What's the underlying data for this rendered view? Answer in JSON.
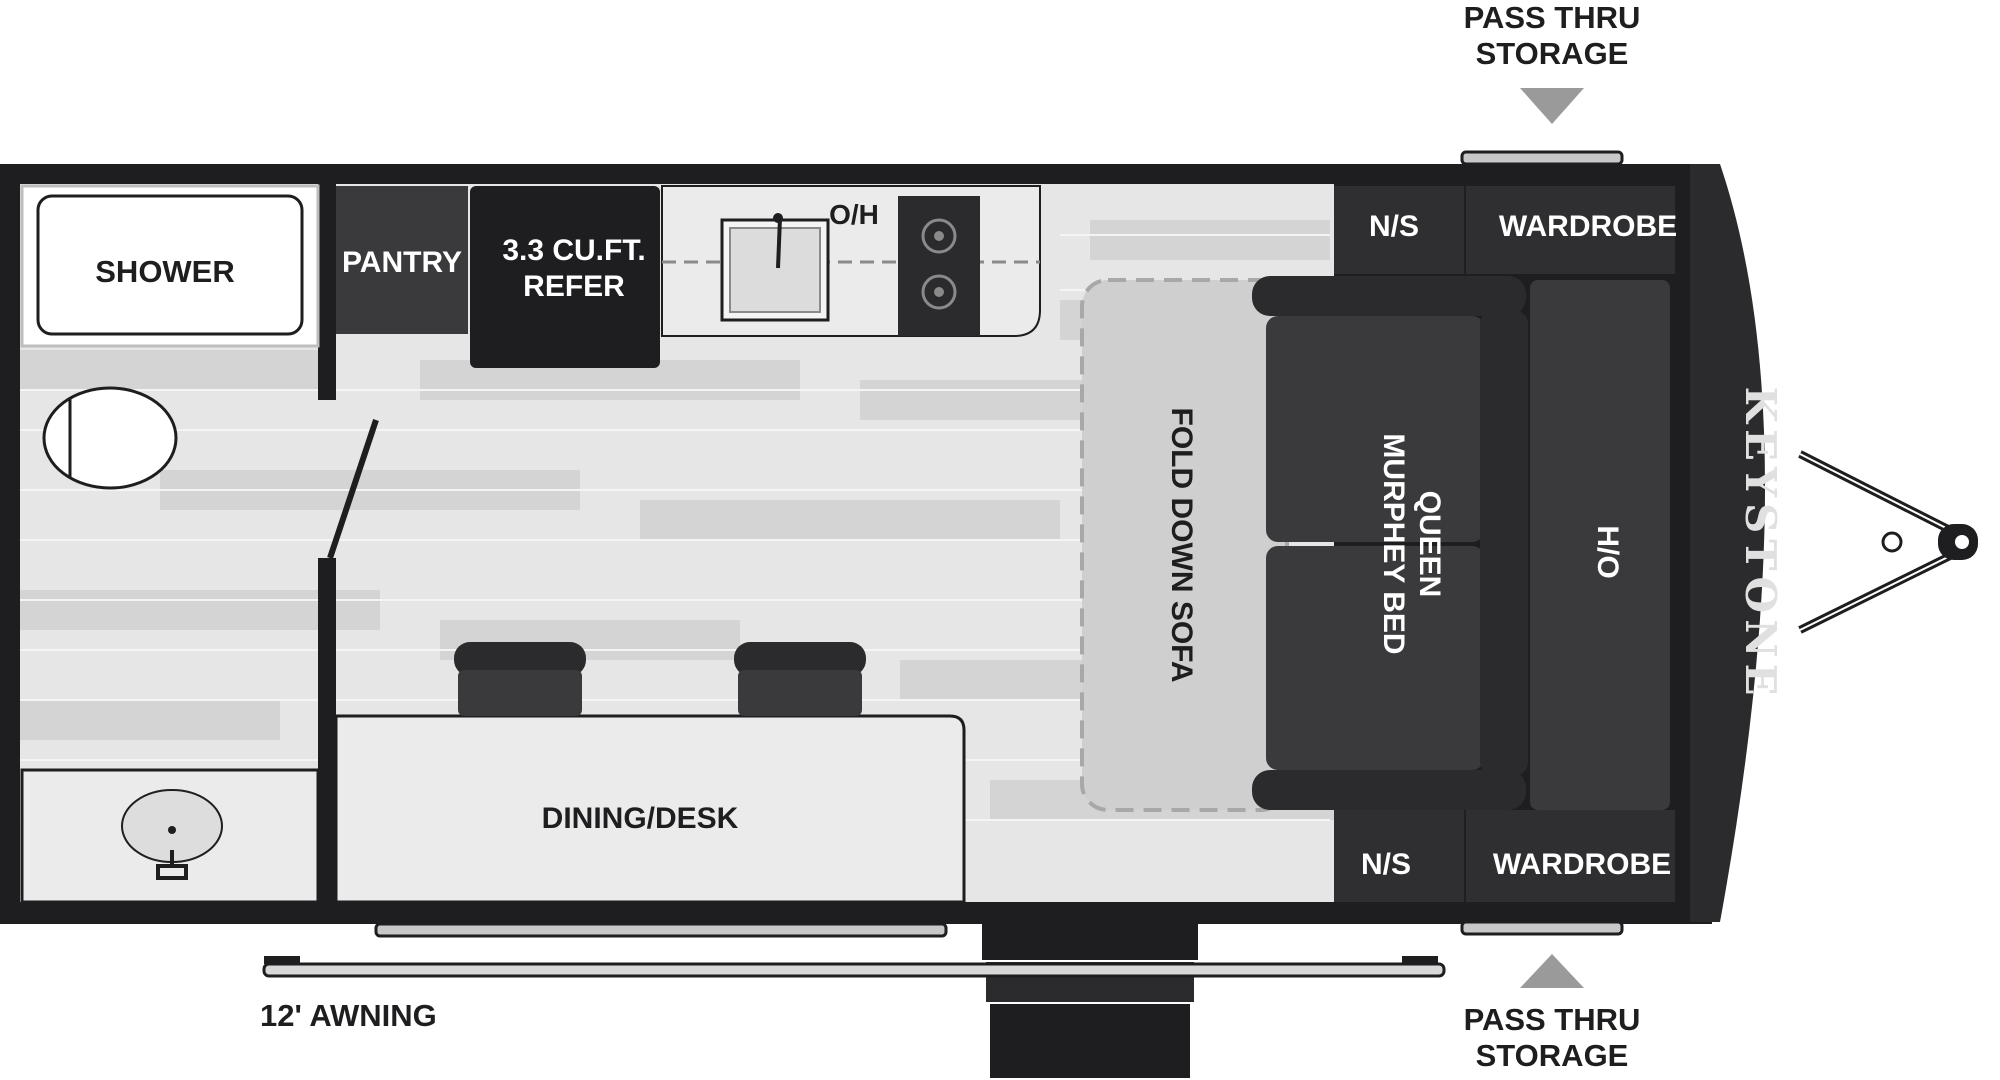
{
  "labels": {
    "pass_thru_top_1": "PASS THRU",
    "pass_thru_top_2": "STORAGE",
    "pass_thru_bottom_1": "PASS THRU",
    "pass_thru_bottom_2": "STORAGE",
    "shower": "SHOWER",
    "pantry": "PANTRY",
    "refer_1": "3.3 CU.FT.",
    "refer_2": "REFER",
    "oh_kitchen": "O/H",
    "ns_top": "N/S",
    "wardrobe_top": "WARDROBE",
    "ns_bottom": "N/S",
    "wardrobe_bottom": "WARDROBE",
    "fold_down_sofa": "FOLD DOWN SOFA",
    "murphy_1": "QUEEN",
    "murphy_2": "MURPHEY BED",
    "oh_front": "H/O",
    "dining": "DINING/DESK",
    "awning": "12' AWNING",
    "brand": "KEYSTONE"
  },
  "colors": {
    "wall": "#1e1e20",
    "floor": "#e6e6e6",
    "plank": "#d4d4d4",
    "counter": "#ebebeb",
    "cabinet": "#3a3a3c",
    "arrow": "#9a9a9a",
    "sofa": "#cfcfcf"
  }
}
